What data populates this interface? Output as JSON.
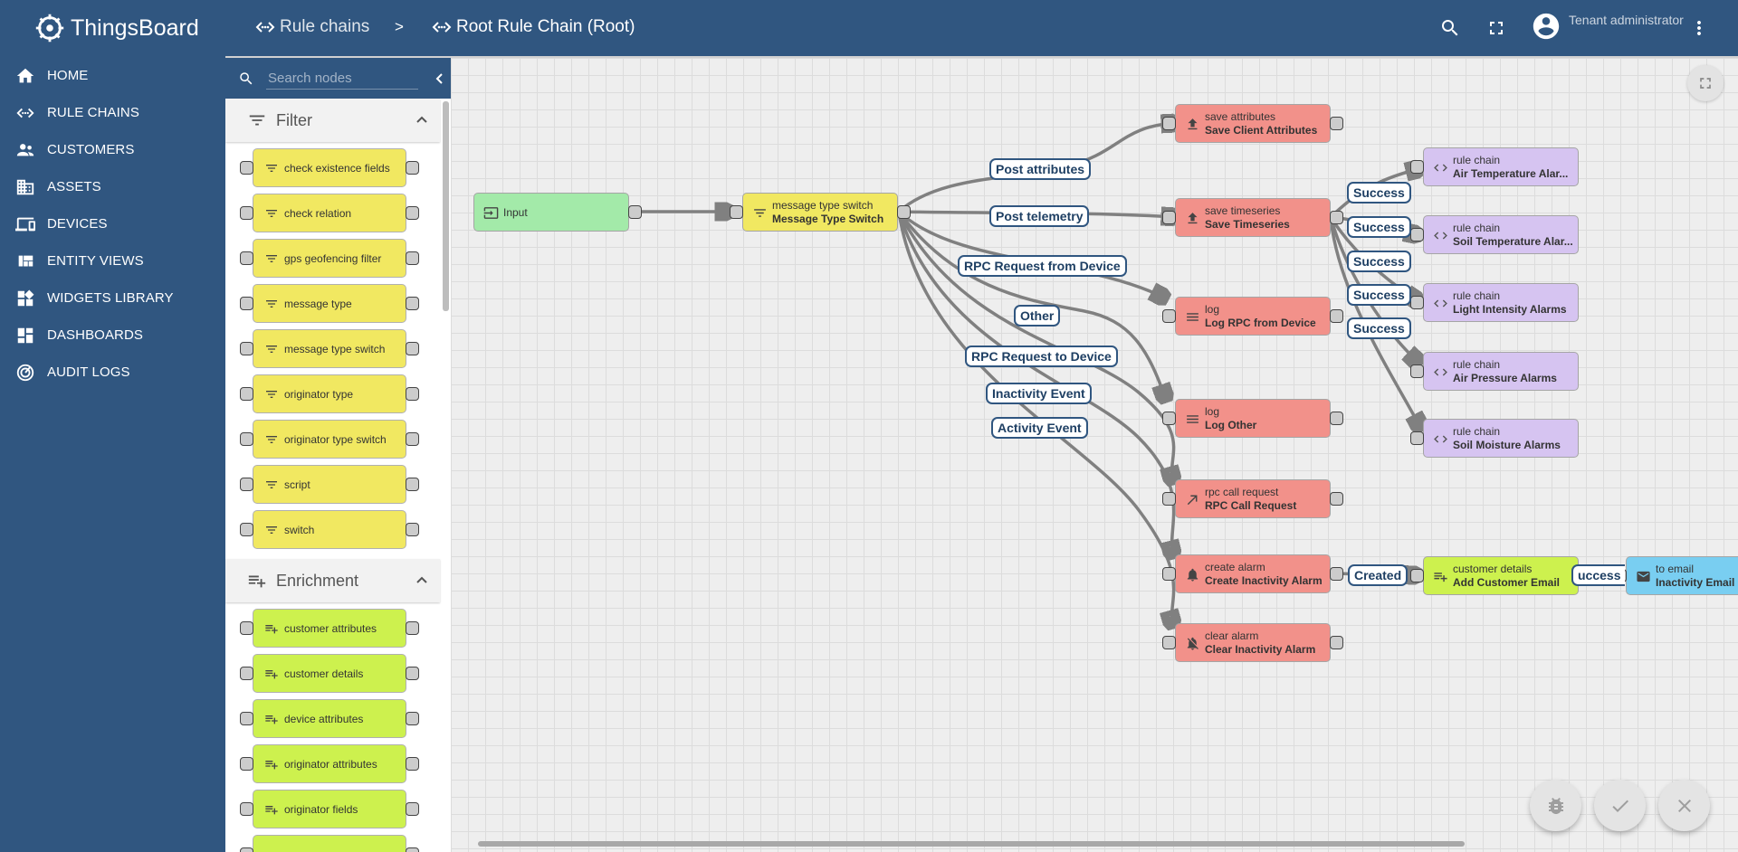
{
  "app": {
    "brand": "ThingsBoard"
  },
  "nav": {
    "items": [
      {
        "label": "HOME",
        "icon": "home-icon"
      },
      {
        "label": "RULE CHAINS",
        "icon": "code-arrows-icon"
      },
      {
        "label": "CUSTOMERS",
        "icon": "people-icon"
      },
      {
        "label": "ASSETS",
        "icon": "domain-icon"
      },
      {
        "label": "DEVICES",
        "icon": "devices-icon"
      },
      {
        "label": "ENTITY VIEWS",
        "icon": "view-quilt-icon"
      },
      {
        "label": "WIDGETS LIBRARY",
        "icon": "widgets-icon"
      },
      {
        "label": "DASHBOARDS",
        "icon": "dashboard-icon"
      },
      {
        "label": "AUDIT LOGS",
        "icon": "track-changes-icon"
      }
    ]
  },
  "toolbar": {
    "crumb_rule_chains": "Rule chains",
    "crumb_separator": ">",
    "crumb_current": "Root Rule Chain (Root)",
    "user_role": "Tenant administrator"
  },
  "library": {
    "search_placeholder": "Search nodes",
    "filter_title": "Filter",
    "filter_nodes": [
      "check existence fields",
      "check relation",
      "gps geofencing filter",
      "message type",
      "message type switch",
      "originator type",
      "originator type switch",
      "script",
      "switch"
    ],
    "enrichment_title": "Enrichment",
    "enrichment_nodes": [
      "customer attributes",
      "customer details",
      "device attributes",
      "originator attributes",
      "originator fields"
    ]
  },
  "canvas": {
    "nodes": {
      "input": {
        "type": "Input"
      },
      "mts": {
        "type": "message type switch",
        "name": "Message Type Switch"
      },
      "save_attr": {
        "type": "save attributes",
        "name": "Save Client Attributes"
      },
      "save_ts": {
        "type": "save timeseries",
        "name": "Save Timeseries"
      },
      "log_rpc": {
        "type": "log",
        "name": "Log RPC from Device"
      },
      "log_other": {
        "type": "log",
        "name": "Log Other"
      },
      "rpc_call": {
        "type": "rpc call request",
        "name": "RPC Call Request"
      },
      "create_alarm": {
        "type": "create alarm",
        "name": "Create Inactivity Alarm"
      },
      "clear_alarm": {
        "type": "clear alarm",
        "name": "Clear Inactivity Alarm"
      },
      "rc_air_temp": {
        "type": "rule chain",
        "name": "Air Temperature Alar..."
      },
      "rc_soil_temp": {
        "type": "rule chain",
        "name": "Soil Temperature Alar..."
      },
      "rc_light": {
        "type": "rule chain",
        "name": "Light Intensity Alarms"
      },
      "rc_air_press": {
        "type": "rule chain",
        "name": "Air Pressure Alarms"
      },
      "rc_soil_moist": {
        "type": "rule chain",
        "name": "Soil Moisture Alarms"
      },
      "cust_details": {
        "type": "customer details",
        "name": "Add Customer Email"
      },
      "to_email": {
        "type": "to email",
        "name": "Inactivity Email"
      }
    },
    "labels": {
      "post_attributes": "Post attributes",
      "post_telemetry": "Post telemetry",
      "rpc_from_device": "RPC Request from Device",
      "other": "Other",
      "rpc_to_device": "RPC Request to Device",
      "inactivity_event": "Inactivity Event",
      "activity_event": "Activity Event",
      "success_1": "Success",
      "success_2": "Success",
      "success_3": "Success",
      "success_4": "Success",
      "success_5": "Success",
      "created": "Created",
      "success_email": "uccess"
    }
  },
  "colors": {
    "primary": "#305680",
    "input_node": "#a3eaa9",
    "filter_node": "#f1e861",
    "action_node": "#f2918a",
    "flow_node": "#d6c4f1",
    "enrichment_node": "#cdf14e",
    "external_node": "#79cef1"
  }
}
